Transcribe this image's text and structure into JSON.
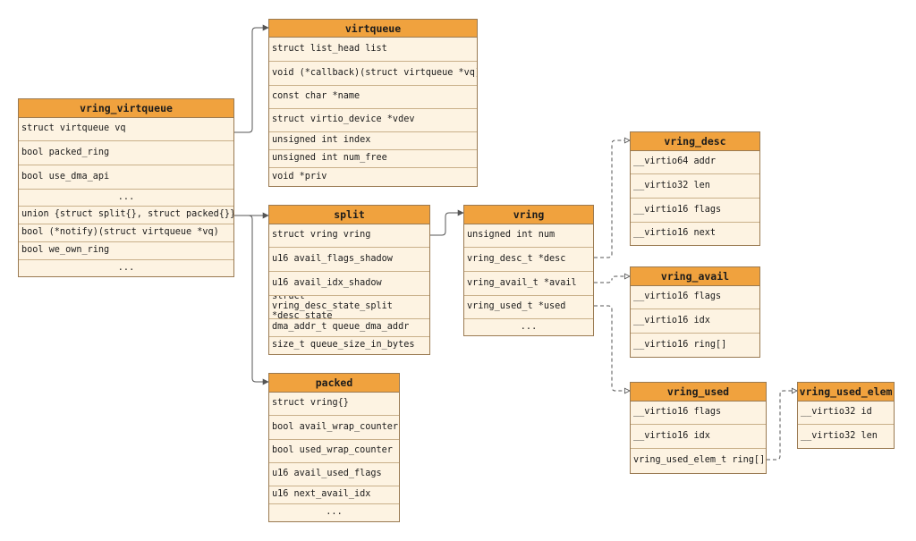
{
  "boxes": {
    "vring_virtqueue": {
      "title": "vring_virtqueue",
      "fields": [
        "struct virtqueue vq",
        "bool packed_ring",
        "bool use_dma_api",
        "...",
        "union {struct split{}, struct packed{}}",
        "bool (*notify)(struct virtqueue *vq)",
        "bool we_own_ring",
        "..."
      ]
    },
    "virtqueue": {
      "title": "virtqueue",
      "fields": [
        "struct list_head list",
        "void (*callback)(struct virtqueue *vq)",
        "const char *name",
        "struct virtio_device *vdev",
        "unsigned int index",
        "unsigned int num_free",
        "void *priv"
      ]
    },
    "split": {
      "title": "split",
      "fields": [
        "struct vring vring",
        "u16 avail_flags_shadow",
        "u16 avail_idx_shadow",
        "struct vring_desc_state_split *desc_state",
        "dma_addr_t queue_dma_addr",
        "size_t queue_size_in_bytes"
      ]
    },
    "packed": {
      "title": "packed",
      "fields": [
        "struct vring{}",
        "bool avail_wrap_counter",
        "bool used_wrap_counter",
        "u16 avail_used_flags",
        "u16 next_avail_idx",
        "..."
      ]
    },
    "vring": {
      "title": "vring",
      "fields": [
        "unsigned int num",
        "vring_desc_t *desc",
        "vring_avail_t *avail",
        "vring_used_t *used",
        "..."
      ]
    },
    "vring_desc": {
      "title": "vring_desc",
      "fields": [
        "__virtio64 addr",
        "__virtio32 len",
        "__virtio16 flags",
        "__virtio16 next"
      ]
    },
    "vring_avail": {
      "title": "vring_avail",
      "fields": [
        "__virtio16 flags",
        "__virtio16 idx",
        "__virtio16 ring[]"
      ]
    },
    "vring_used": {
      "title": "vring_used",
      "fields": [
        "__virtio16 flags",
        "__virtio16 idx",
        "vring_used_elem_t ring[]"
      ]
    },
    "vring_used_elem": {
      "title": "vring_used_elem",
      "fields": [
        "__virtio32 id",
        "__virtio32 len"
      ]
    }
  },
  "colors": {
    "header": "#f0a23e",
    "body": "#fdf3e2",
    "border": "#9a7a52",
    "line": "#555555"
  }
}
